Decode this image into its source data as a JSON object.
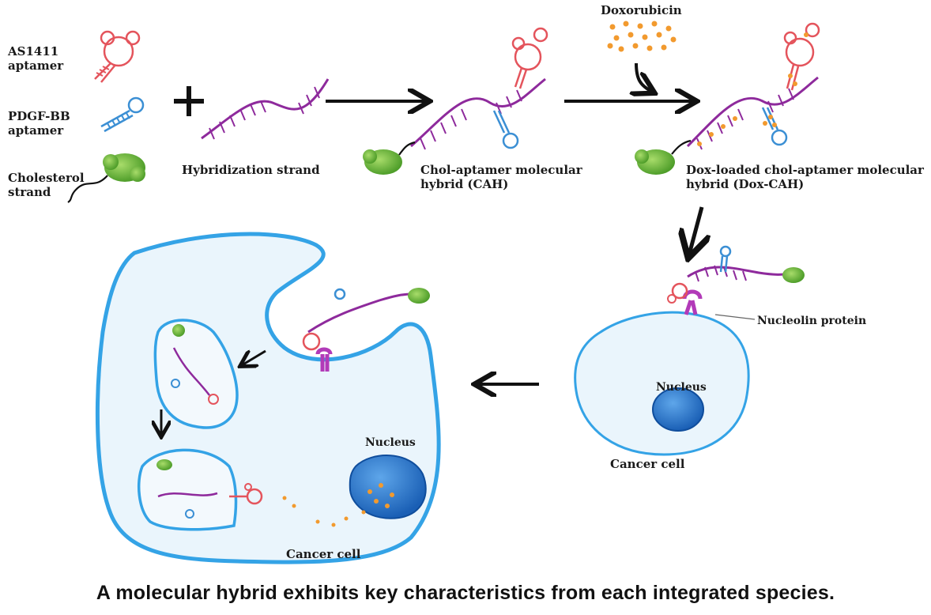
{
  "labels": {
    "as1411": [
      "AS1411",
      "aptamer"
    ],
    "pdgf": [
      "PDGF-BB",
      "aptamer"
    ],
    "chol": [
      "Cholesterol",
      "strand"
    ],
    "hybrid_strand": "Hybridization strand",
    "cah": [
      "Chol-aptamer molecular",
      "hybrid (CAH)"
    ],
    "dox": "Doxorubicin",
    "dox_cah": [
      "Dox-loaded chol-aptamer molecular",
      "hybrid (Dox-CAH)"
    ],
    "nucleolin": "Nucleolin protein",
    "nucleus_small": "Nucleus",
    "nucleus_large": "Nucleus",
    "cancer_cell_small": "Cancer cell",
    "cancer_cell_large": "Cancer cell"
  },
  "caption": "A molecular hybrid exhibits key characteristics from each integrated species.",
  "colors": {
    "as1411": "#e4545c",
    "pdgf": "#3b8fd4",
    "hybrid": "#8e2a9c",
    "cholesterol": "#6cbf3a",
    "dox": "#f29a2e",
    "cell_border": "#34a3e6",
    "cell_fill": "#eaf5fc",
    "nucleus": "#1f6fc7",
    "receptor": "#b23ab8"
  }
}
